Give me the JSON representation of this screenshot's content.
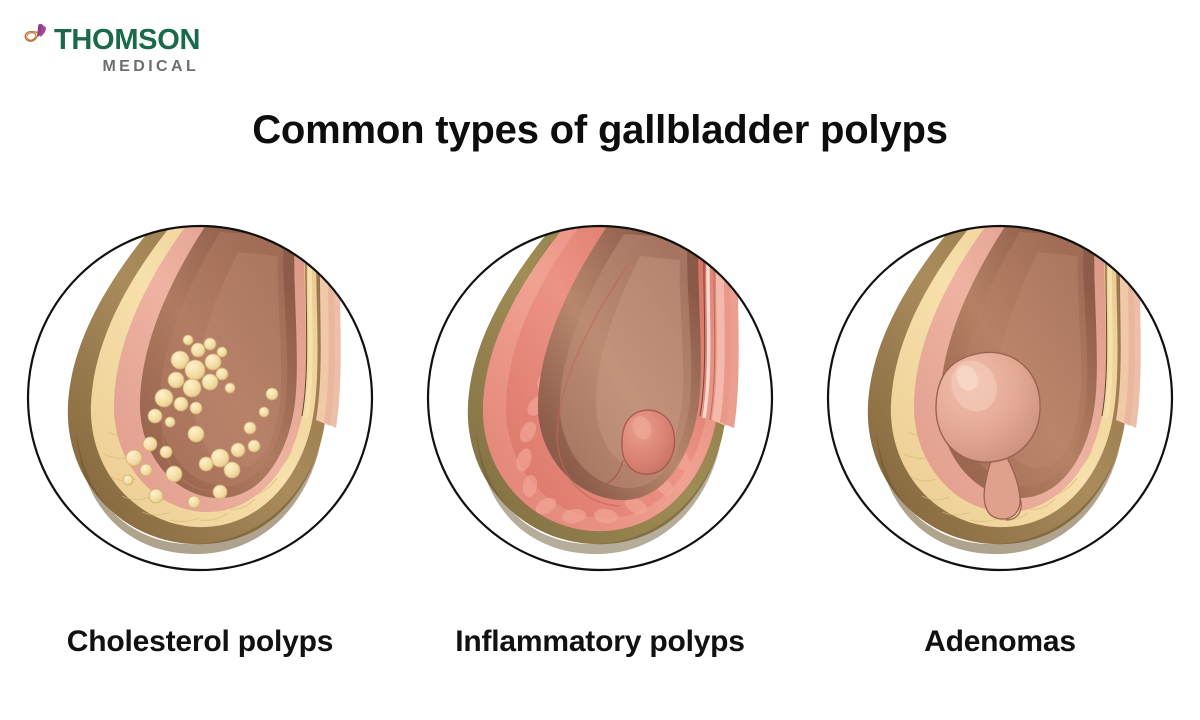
{
  "brand": {
    "name_primary": "THOMSON",
    "name_secondary": "MEDICAL",
    "mark_icon": "butterfly-mark-icon",
    "color_primary": "#19694a",
    "color_secondary": "#6e6e6e",
    "mark_colors": [
      "#8e3d8e",
      "#a8449a",
      "#c06a2e"
    ]
  },
  "header": {
    "title": "Common types of gallbladder polyps"
  },
  "figures": [
    {
      "id": "cholesterol",
      "caption": "Cholesterol polyps",
      "illustration_icon": "gallbladder-cross-section-cholesterol-icon",
      "description": "Gallbladder cross-section with numerous small yellow cholesterol deposits clustered on the mucosal lining",
      "polyp_count": "many",
      "polyp_color": "#f2dba2",
      "mucosa_color": "#e8a99b",
      "muscularis_color": "#f0d49a",
      "serosa_color": "#9b7f4e",
      "lumen_color": "#a8725c"
    },
    {
      "id": "inflammatory",
      "caption": "Inflammatory polyps",
      "illustration_icon": "gallbladder-cross-section-inflammatory-icon",
      "description": "Gallbladder cross-section with thickened inflamed reddish wall and one small sessile polyp",
      "polyp_count": "1",
      "polyp_color": "#dd8477",
      "mucosa_color": "#e8897c",
      "muscularis_color": "#f0b3a5",
      "serosa_color": "#93804f",
      "lumen_color": "#9c6a56"
    },
    {
      "id": "adenomas",
      "caption": "Adenomas",
      "illustration_icon": "gallbladder-cross-section-adenoma-icon",
      "description": "Gallbladder cross-section with one large rounded pedunculated polyp attached by a narrow stalk",
      "polyp_count": "1",
      "polyp_color": "#e5a896",
      "mucosa_color": "#e7a596",
      "muscularis_color": "#f2d79f",
      "serosa_color": "#9b7f4e",
      "lumen_color": "#ab7360"
    }
  ],
  "canvas": {
    "background": "#ffffff",
    "circle_stroke": "#111111"
  }
}
